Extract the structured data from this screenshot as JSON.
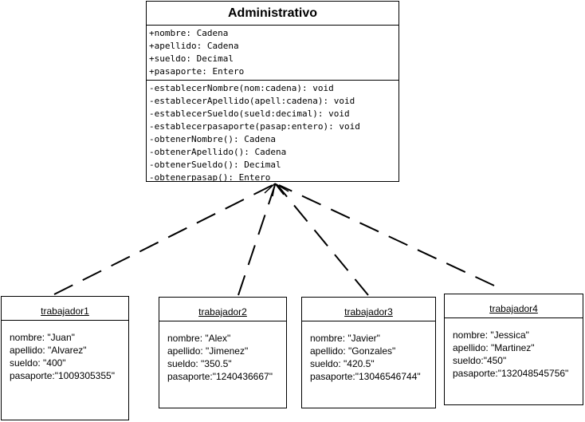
{
  "class_box": {
    "name": "Administrativo",
    "attributes": [
      "+nombre: Cadena",
      "+apellido: Cadena",
      "+sueldo: Decimal",
      "+pasaporte: Entero"
    ],
    "operations": [
      "-establecerNombre(nom:cadena): void",
      "-establecerApellido(apell:cadena): void",
      "-establecerSueldo(sueld:decimal): void",
      "-establecerpasaporte(pasap:entero): void",
      "-obtenerNombre(): Cadena",
      "-obtenerApellido(): Cadena",
      "-obtenerSueldo(): Decimal",
      "-obtenerpasap(): Entero"
    ]
  },
  "objects": [
    {
      "title": "trabajador1",
      "fields": [
        "nombre: \"Juan\"",
        "apellido: \"Alvarez\"",
        "sueldo: \"400\"",
        "pasaporte:\"1009305355\""
      ]
    },
    {
      "title": "trabajador2",
      "fields": [
        "nombre: \"Alex\"",
        "apellido: \"Jimenez\"",
        "sueldo: \"350.5\"",
        "pasaporte:\"1240436667\""
      ]
    },
    {
      "title": "trabajador3",
      "fields": [
        "nombre: \"Javier\"",
        "apellido: \"Gonzales\"",
        "sueldo: \"420.5\"",
        "pasaporte:\"13046546744\""
      ]
    },
    {
      "title": "trabajador4",
      "fields": [
        "nombre: \"Jessica\"",
        "apellido: \"Martinez\"",
        "sueldo:\"450\"",
        "pasaporte:\"132048545756\""
      ]
    }
  ]
}
